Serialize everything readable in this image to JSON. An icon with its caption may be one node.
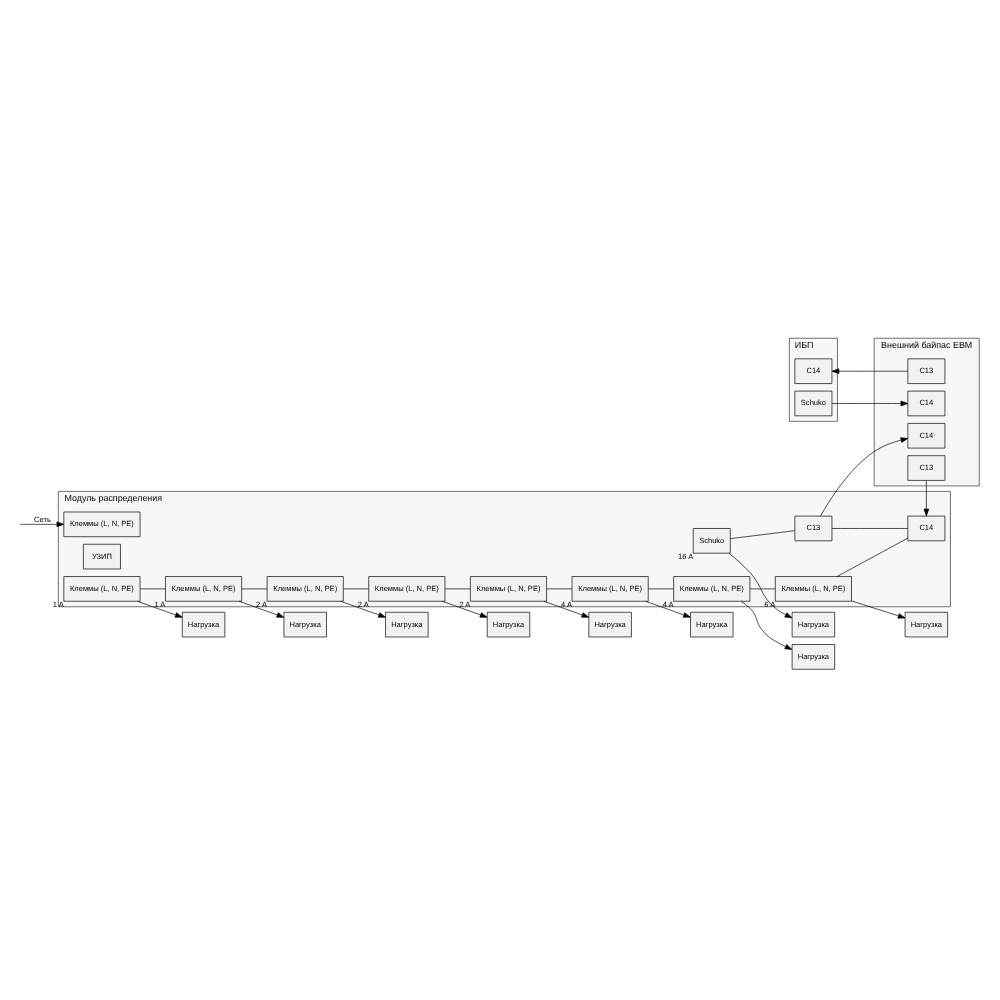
{
  "diagram": {
    "nodes": [
      {
        "text": [
          "Модуль распределения"
        ]
      },
      {
        "text": [
          "Клеммы (L, N, PE)"
        ],
        "in": 0
      },
      {
        "text": [
          "УЗИП"
        ],
        "in": 0
      },
      {
        "text": [
          "Клеммы (L, N, PE)"
        ],
        "in": 0,
        "beside": [
          "1 A"
        ]
      },
      {
        "text": [
          "Клеммы (L, N, PE)"
        ],
        "in": 0,
        "beside": [
          "1 A"
        ]
      },
      {
        "text": [
          "Клеммы (L, N, PE)"
        ],
        "in": 0,
        "beside": [
          "2 A"
        ]
      },
      {
        "text": [
          "Клеммы (L, N, PE)"
        ],
        "in": 0,
        "beside": [
          "2 A"
        ]
      },
      {
        "text": [
          "Клеммы (L, N, PE)"
        ],
        "in": 0,
        "beside": [
          "2 A"
        ]
      },
      {
        "text": [
          "Клеммы (L, N, PE)"
        ],
        "in": 0,
        "beside": [
          "4 A"
        ]
      },
      {
        "text": [
          "Клеммы (L, N, PE)"
        ],
        "in": 0,
        "beside": [
          "4 A"
        ]
      },
      {
        "text": [
          "Клеммы (L, N, PE)"
        ],
        "in": 0,
        "beside": [
          "6 A"
        ]
      },
      {
        "text": [
          "Schuko"
        ],
        "in": 0,
        "beside": [
          "16 A"
        ]
      },
      {
        "text": [
          "C13"
        ],
        "in": 0
      },
      {
        "text": [
          "C14"
        ],
        "in": 0
      },
      {
        "text": [
          "Нагрузка"
        ]
      },
      {
        "text": [
          "Нагрузка"
        ]
      },
      {
        "text": [
          "Нагрузка"
        ]
      },
      {
        "text": [
          "Нагрузка"
        ]
      },
      {
        "text": [
          "Нагрузка"
        ]
      },
      {
        "text": [
          "Нагрузка"
        ]
      },
      {
        "text": [
          "Нагрузка"
        ]
      },
      {
        "text": [
          "Нагрузка"
        ]
      },
      {
        "text": [
          "Нагрузка"
        ]
      },
      {
        "text": [
          "Внешний байпас EBM"
        ]
      },
      {
        "text": [
          "C14"
        ],
        "in": 23
      },
      {
        "text": [
          "C13"
        ],
        "in": 23
      },
      {
        "text": [
          "C14"
        ],
        "in": 23
      },
      {
        "text": [
          "C13"
        ],
        "in": 23
      },
      {
        "text": [
          "ИБП"
        ]
      },
      {
        "text": [
          "Schuko"
        ],
        "in": 28
      },
      {
        "text": [
          "C14"
        ],
        "in": 28
      }
    ],
    "edges": [
      {
        "from": null,
        "to": 1,
        "arrow": "to",
        "label": "Сеть"
      },
      {
        "from": 3,
        "to": 4,
        "arrow": "none"
      },
      {
        "from": 4,
        "to": 5,
        "arrow": "none"
      },
      {
        "from": 5,
        "to": 6,
        "arrow": "none"
      },
      {
        "from": 6,
        "to": 7,
        "arrow": "none"
      },
      {
        "from": 7,
        "to": 8,
        "arrow": "none"
      },
      {
        "from": 8,
        "to": 9,
        "arrow": "none"
      },
      {
        "from": 9,
        "to": 10,
        "arrow": "none"
      },
      {
        "from": 10,
        "to": 13,
        "arrow": "none"
      },
      {
        "from": 11,
        "to": 12,
        "arrow": "none"
      },
      {
        "from": 12,
        "to": 13,
        "arrow": "none"
      },
      {
        "from": 3,
        "to": 14,
        "arrow": "to"
      },
      {
        "from": 4,
        "to": 15,
        "arrow": "to"
      },
      {
        "from": 5,
        "to": 16,
        "arrow": "to"
      },
      {
        "from": 6,
        "to": 17,
        "arrow": "to"
      },
      {
        "from": 7,
        "to": 18,
        "arrow": "to"
      },
      {
        "from": 8,
        "to": 19,
        "arrow": "to"
      },
      {
        "from": 9,
        "to": 20,
        "arrow": "to"
      },
      {
        "from": 10,
        "to": 21,
        "arrow": "to"
      },
      {
        "from": 11,
        "to": 22,
        "arrow": "to"
      },
      {
        "from": 12,
        "to": 24,
        "arrow": "to"
      },
      {
        "from": 25,
        "to": 13,
        "arrow": "to"
      },
      {
        "from": 29,
        "to": 26,
        "arrow": "to"
      },
      {
        "from": 27,
        "to": 30,
        "arrow": "to"
      }
    ]
  }
}
